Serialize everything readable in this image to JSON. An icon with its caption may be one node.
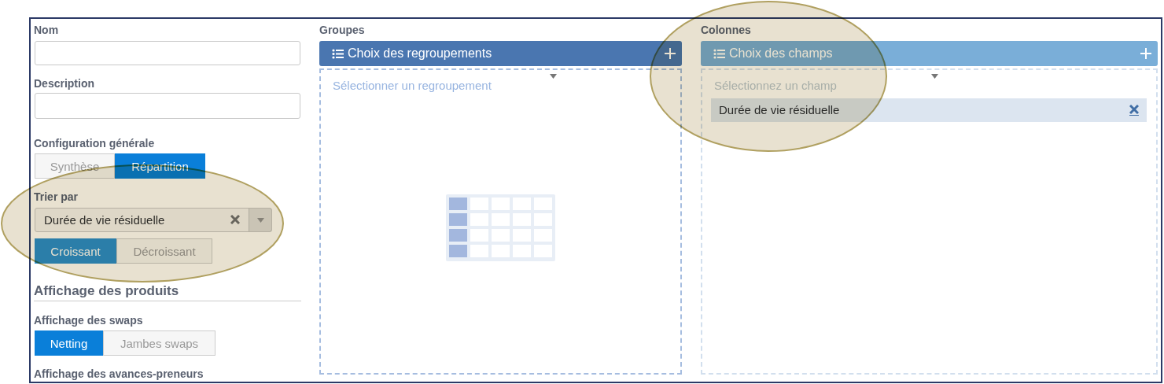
{
  "diagram": {
    "labels": [
      "Nom",
      "Description",
      "Configuration générale",
      "Synthèse",
      "Répartition",
      "Trier par",
      "Durée de vie résiduelle",
      "Croissant",
      "Décroissant",
      "Affichage des produits",
      "Affichage des swaps",
      "Netting",
      "Jambes swaps",
      "Affichage des avances-preneurs",
      "Groupes",
      "Choix des regroupements",
      "Sélectionner un regroupement",
      "Colonnes",
      "Choix des champs",
      "Sélectionnez un champ",
      "Durée de vie résiduelle"
    ]
  }
}
